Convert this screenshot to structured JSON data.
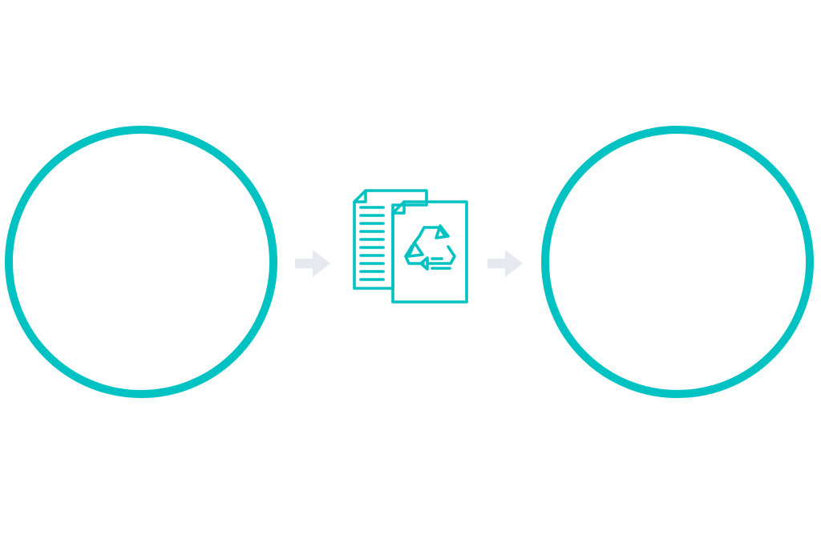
{
  "colors": {
    "accent": "#00c2c2",
    "arrow": "#e6e9ef",
    "background": "#ffffff"
  },
  "nodes": [
    {
      "kind": "circle",
      "content": ""
    },
    {
      "kind": "icon",
      "icon": "recycled-paper-icon"
    },
    {
      "kind": "circle",
      "content": ""
    }
  ],
  "connectors": [
    {
      "icon": "arrow-right-icon"
    },
    {
      "icon": "arrow-right-icon"
    }
  ]
}
